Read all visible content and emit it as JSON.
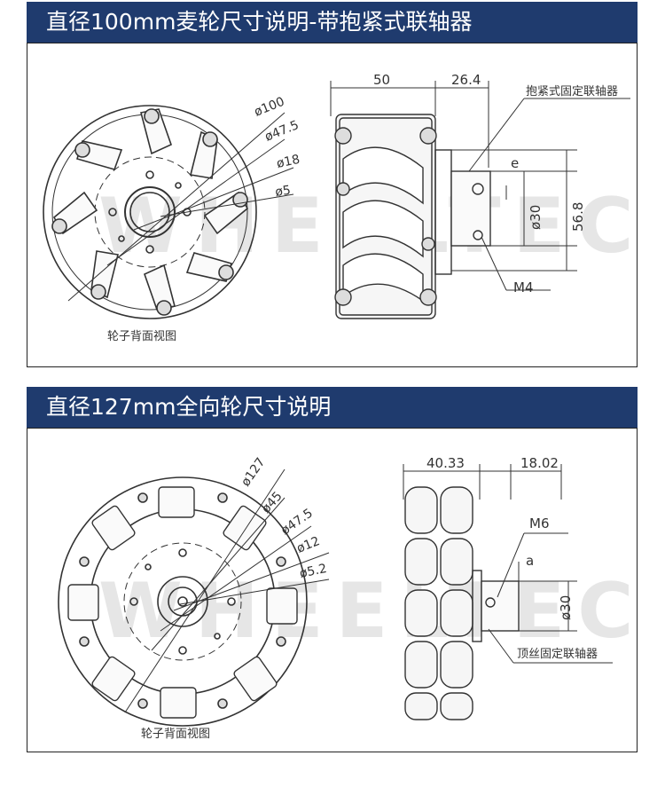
{
  "section1": {
    "title": "直径100mm麦轮尺寸说明-带抱紧式联轴器",
    "watermark": "WHEELTEC",
    "front_view": {
      "caption": "轮子背面视图",
      "dims": [
        "ø100",
        "ø47.5",
        "ø18",
        "ø5"
      ]
    },
    "side_view": {
      "top_dims": [
        "50",
        "26.4"
      ],
      "coupling_label": "抱紧式固定联轴器",
      "dims": [
        "e",
        "ø30",
        "56.8"
      ],
      "screw_label": "M4"
    }
  },
  "section2": {
    "title": "直径127mm全向轮尺寸说明",
    "watermark": "WHEELTEC",
    "front_view": {
      "caption": "轮子背面视图",
      "dims": [
        "ø127",
        "ø45",
        "ø47.5",
        "ø12",
        "ø5.2"
      ]
    },
    "side_view": {
      "top_dims": [
        "40.33",
        "18.02"
      ],
      "screw_label": "M6",
      "dims": [
        "a",
        "ø30"
      ],
      "coupling_label": "顶丝固定联轴器"
    }
  },
  "colors": {
    "header_bg": "#1f3b6e",
    "header_text": "#ffffff",
    "line": "#333333"
  }
}
